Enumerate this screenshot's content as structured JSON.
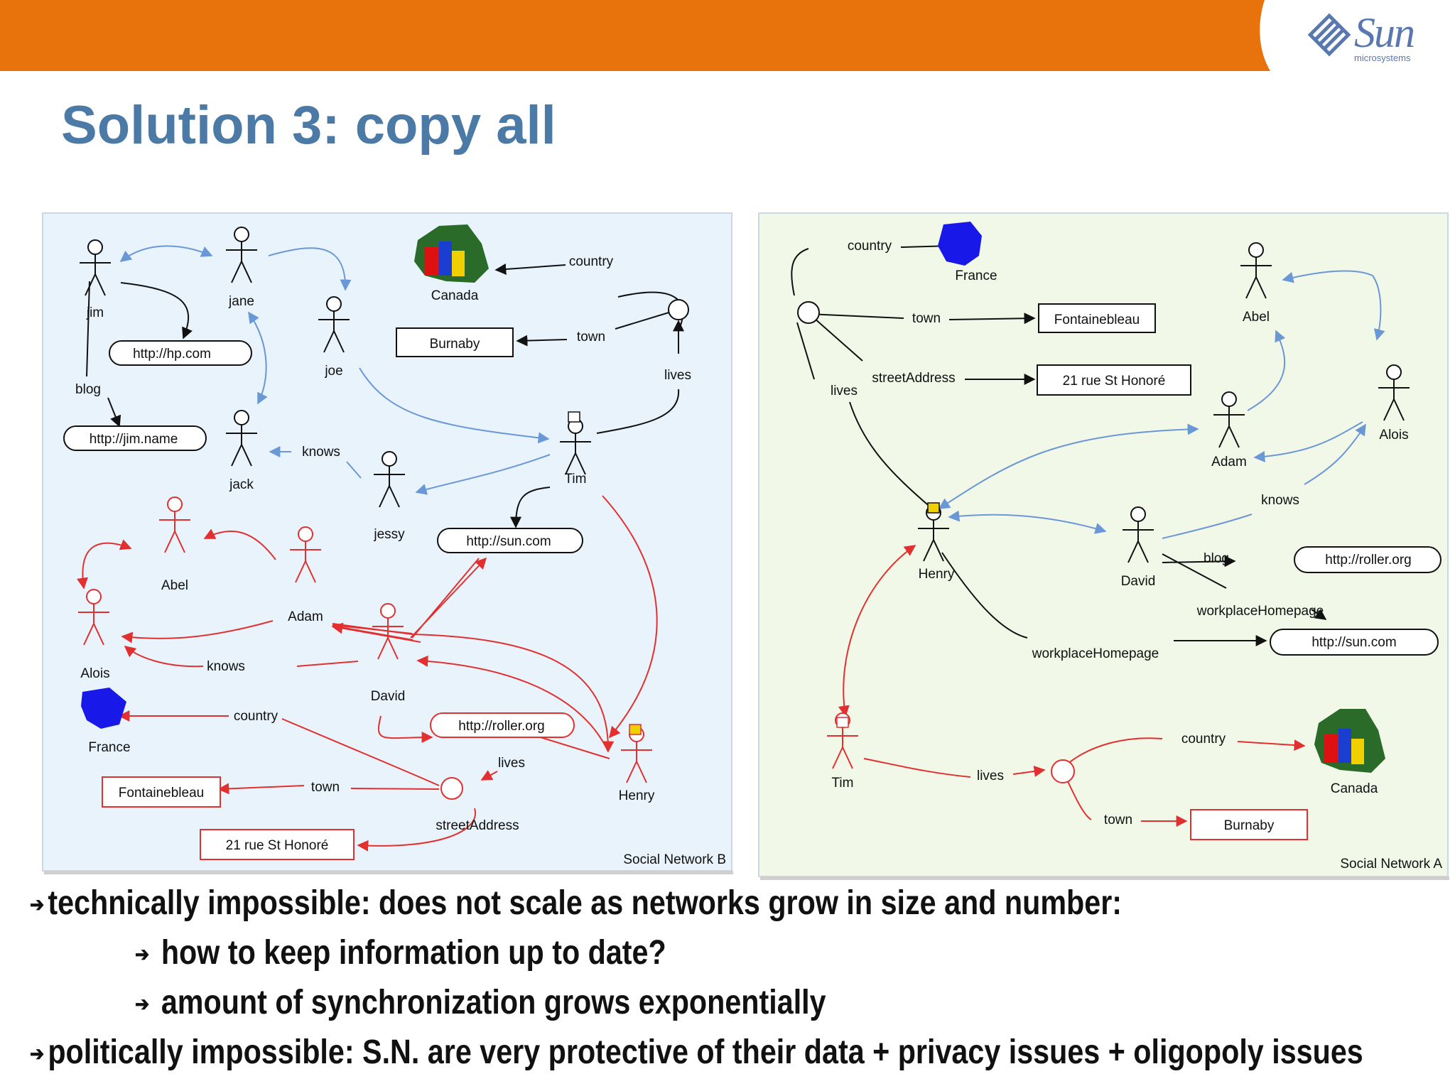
{
  "header": {
    "logo_word": "Sun",
    "logo_sub": "microsystems",
    "bar_color": "#e8730c"
  },
  "title": "Solution 3: copy all",
  "left_panel": {
    "caption": "Social Network B",
    "people": [
      "jim",
      "jane",
      "joe",
      "jack",
      "jessy",
      "Tim",
      "Abel",
      "Adam",
      "Alois",
      "David",
      "Henry"
    ],
    "places": [
      "Canada",
      "France"
    ],
    "boxes": [
      "Burnaby",
      "Fontainebleau",
      "21 rue St Honoré"
    ],
    "urls": [
      "http://hp.com",
      "http://jim.name",
      "http://sun.com",
      "http://roller.org"
    ],
    "edges": [
      "country",
      "town",
      "lives",
      "blog",
      "knows",
      "knows",
      "country",
      "town",
      "lives",
      "streetAddress"
    ]
  },
  "right_panel": {
    "caption": "Social Network A",
    "people": [
      "Abel",
      "Alois",
      "Adam",
      "Henry",
      "David",
      "Tim"
    ],
    "places": [
      "France",
      "Canada"
    ],
    "boxes": [
      "Fontainebleau",
      "21 rue St Honoré",
      "Burnaby"
    ],
    "urls": [
      "http://roller.org",
      "http://sun.com"
    ],
    "edges": [
      "country",
      "town",
      "streetAddress",
      "lives",
      "knows",
      "blog",
      "workplaceHomepage",
      "workplaceHomepage",
      "lives",
      "country",
      "town"
    ]
  },
  "bullets": [
    "technically impossible: does not scale as networks grow in size and number:",
    "how to keep information up to date?",
    "amount of synchronization grows exponentially",
    "politically impossible: S.N. are very protective of their data + privacy issues + oligopoly issues"
  ],
  "colors": {
    "blue_edge": "#6a97d6",
    "red_edge": "#e23030",
    "title": "#4b7aa6",
    "panel_bg": "#e8f3fb",
    "panel_bg_right": "#f1f8e8"
  }
}
